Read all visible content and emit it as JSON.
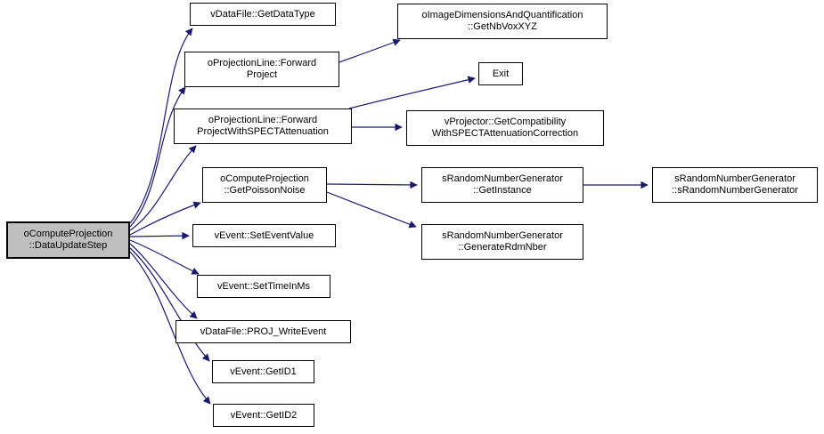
{
  "diagram": {
    "type": "call-graph",
    "colors": {
      "edge": "#191970",
      "node_border": "#000000",
      "node_fill": "#ffffff",
      "focus_node_fill": "#bfbfbf",
      "background": "#ffffff"
    },
    "nodes": {
      "data_update_step": {
        "label": "oComputeProjection\n::DataUpdateStep"
      },
      "get_data_type": {
        "label": "vDataFile::GetDataType"
      },
      "forward_project": {
        "label": "oProjectionLine::Forward\nProject"
      },
      "forward_project_spect": {
        "label": "oProjectionLine::Forward\nProjectWithSPECTAttenuation"
      },
      "get_poisson_noise": {
        "label": "oComputeProjection\n::GetPoissonNoise"
      },
      "set_event_value": {
        "label": "vEvent::SetEventValue"
      },
      "set_time_in_ms": {
        "label": "vEvent::SetTimeInMs"
      },
      "proj_write_event": {
        "label": "vDataFile::PROJ_WriteEvent"
      },
      "get_id1": {
        "label": "vEvent::GetID1"
      },
      "get_id2": {
        "label": "vEvent::GetID2"
      },
      "get_nb_vox_xyz": {
        "label": "oImageDimensionsAndQuantification\n::GetNbVoxXYZ"
      },
      "exit": {
        "label": "Exit"
      },
      "get_compatibility": {
        "label": "vProjector::GetCompatibility\nWithSPECTAttenuationCorrection"
      },
      "get_instance": {
        "label": "sRandomNumberGenerator\n::GetInstance"
      },
      "generate_rdm_nber": {
        "label": "sRandomNumberGenerator\n::GenerateRdmNber"
      },
      "srng_constructor": {
        "label": "sRandomNumberGenerator\n::sRandomNumberGenerator"
      }
    },
    "edges": [
      {
        "from": "data_update_step",
        "to": "get_data_type"
      },
      {
        "from": "data_update_step",
        "to": "forward_project"
      },
      {
        "from": "data_update_step",
        "to": "forward_project_spect"
      },
      {
        "from": "data_update_step",
        "to": "get_poisson_noise"
      },
      {
        "from": "data_update_step",
        "to": "set_event_value"
      },
      {
        "from": "data_update_step",
        "to": "set_time_in_ms"
      },
      {
        "from": "data_update_step",
        "to": "proj_write_event"
      },
      {
        "from": "data_update_step",
        "to": "get_id1"
      },
      {
        "from": "data_update_step",
        "to": "get_id2"
      },
      {
        "from": "forward_project",
        "to": "get_nb_vox_xyz"
      },
      {
        "from": "forward_project_spect",
        "to": "exit"
      },
      {
        "from": "forward_project_spect",
        "to": "get_compatibility"
      },
      {
        "from": "get_poisson_noise",
        "to": "get_instance"
      },
      {
        "from": "get_poisson_noise",
        "to": "generate_rdm_nber"
      },
      {
        "from": "get_instance",
        "to": "srng_constructor"
      }
    ]
  }
}
